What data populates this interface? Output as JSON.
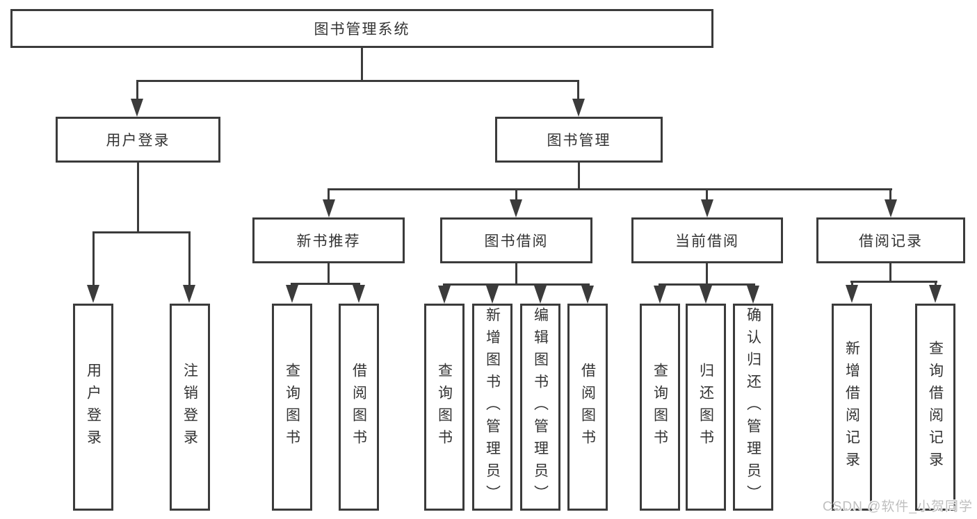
{
  "colors": {
    "line": "#3b3b3b",
    "text": "#333333",
    "background": "#ffffff",
    "watermark": "#bfbfbf"
  },
  "nodes": {
    "root": {
      "label": "图书管理系统"
    },
    "level2": [
      {
        "label": "用户登录"
      },
      {
        "label": "图书管理"
      }
    ],
    "level3": [
      {
        "label": "新书推荐"
      },
      {
        "label": "图书借阅"
      },
      {
        "label": "当前借阅"
      },
      {
        "label": "借阅记录"
      }
    ],
    "leaves": [
      {
        "label": "用户登录"
      },
      {
        "label": "注销登录"
      },
      {
        "label": "查询图书"
      },
      {
        "label": "借阅图书"
      },
      {
        "label": "查询图书"
      },
      {
        "label": "新增图书（管理员）"
      },
      {
        "label": "编辑图书（管理员）"
      },
      {
        "label": "借阅图书"
      },
      {
        "label": "查询图书"
      },
      {
        "label": "归还图书"
      },
      {
        "label": "确认归还（管理员）"
      },
      {
        "label": "新增借阅记录"
      },
      {
        "label": "查询借阅记录"
      }
    ]
  },
  "watermark": {
    "text": "CSDN @软件_小贺同学"
  }
}
